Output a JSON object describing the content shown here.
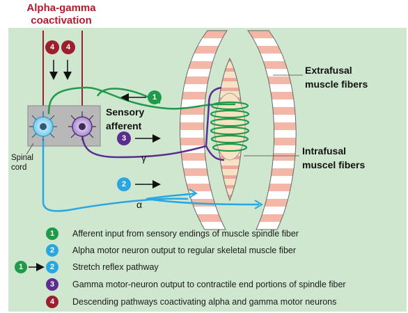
{
  "title": {
    "line1": "Alpha-gamma",
    "line2": "coactivation"
  },
  "labels": {
    "extrafusal_1": "Extrafusal",
    "extrafusal_2": "muscle fibers",
    "intrafusal_1": "Intrafusal",
    "intrafusal_2": "muscel fibers",
    "sensory_1": "Sensory",
    "sensory_2": "afferent",
    "spinal_1": "Spinal",
    "spinal_2": "cord",
    "gamma": "γ",
    "alpha": "α"
  },
  "badges": {
    "b1": "1",
    "b2": "2",
    "b3": "3",
    "b4": "4"
  },
  "legend": [
    {
      "nums": [
        "1"
      ],
      "text": "Afferent input from sensory endings of muscle spindle fiber"
    },
    {
      "nums": [
        "2"
      ],
      "text": "Alpha motor neuron output to regular skeletal muscle fiber"
    },
    {
      "nums": [
        "1",
        "2"
      ],
      "text": "Stretch reflex pathway"
    },
    {
      "nums": [
        "3"
      ],
      "text": "Gamma motor-neuron output to contractile end portions of spindle fiber"
    },
    {
      "nums": [
        "4"
      ],
      "text": "Descending pathways coactivating alpha and gamma motor neurons"
    }
  ],
  "colors": {
    "background": "#cfe7cf",
    "title": "#b01c2e",
    "badge1": "#1f9a4a",
    "badge2": "#2aa6e0",
    "badge3": "#5b2d8e",
    "badge4": "#9c1f2d",
    "muscle_stripe": "#f2b7a7",
    "spinal_box": "#b8b8b8"
  }
}
